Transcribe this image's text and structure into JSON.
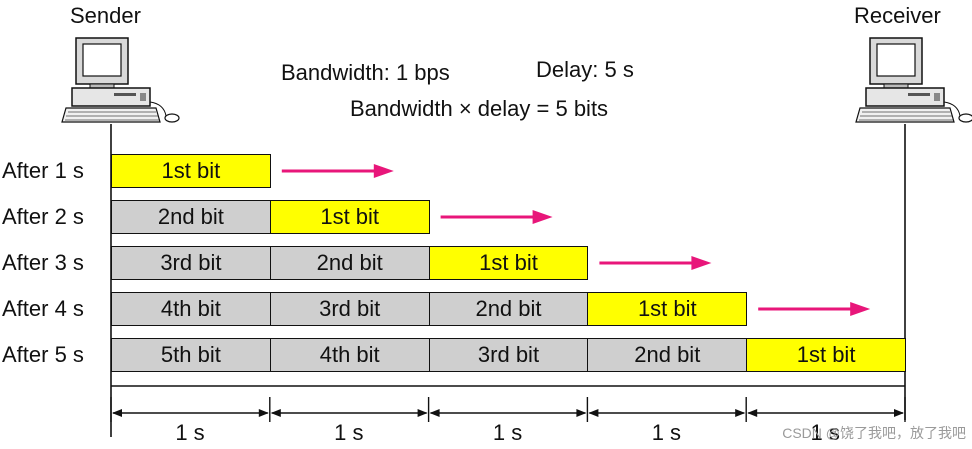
{
  "labels": {
    "sender": "Sender",
    "receiver": "Receiver",
    "bandwidth": "Bandwidth: 1 bps",
    "delay": "Delay: 5 s",
    "product": "Bandwidth × delay = 5 bits"
  },
  "rows": [
    {
      "label": "After 1 s",
      "cells": [
        "1st bit"
      ]
    },
    {
      "label": "After 2 s",
      "cells": [
        "2nd bit",
        "1st bit"
      ]
    },
    {
      "label": "After 3 s",
      "cells": [
        "3rd bit",
        "2nd bit",
        "1st bit"
      ]
    },
    {
      "label": "After 4 s",
      "cells": [
        "4th bit",
        "3rd bit",
        "2nd bit",
        "1st bit"
      ]
    },
    {
      "label": "After 5 s",
      "cells": [
        "5th bit",
        "4th bit",
        "3rd bit",
        "2nd bit",
        "1st bit"
      ]
    }
  ],
  "dimension_labels": [
    "1 s",
    "1 s",
    "1 s",
    "1 s",
    "1 s"
  ],
  "watermark": "CSDN @饶了我吧，放了我吧",
  "colors": {
    "leading_bit": "#ffff00",
    "trailing_bits": "#cfcfcf",
    "arrow": "#e8167a"
  },
  "icons": [
    "computer-icon",
    "arrow-right-icon"
  ]
}
